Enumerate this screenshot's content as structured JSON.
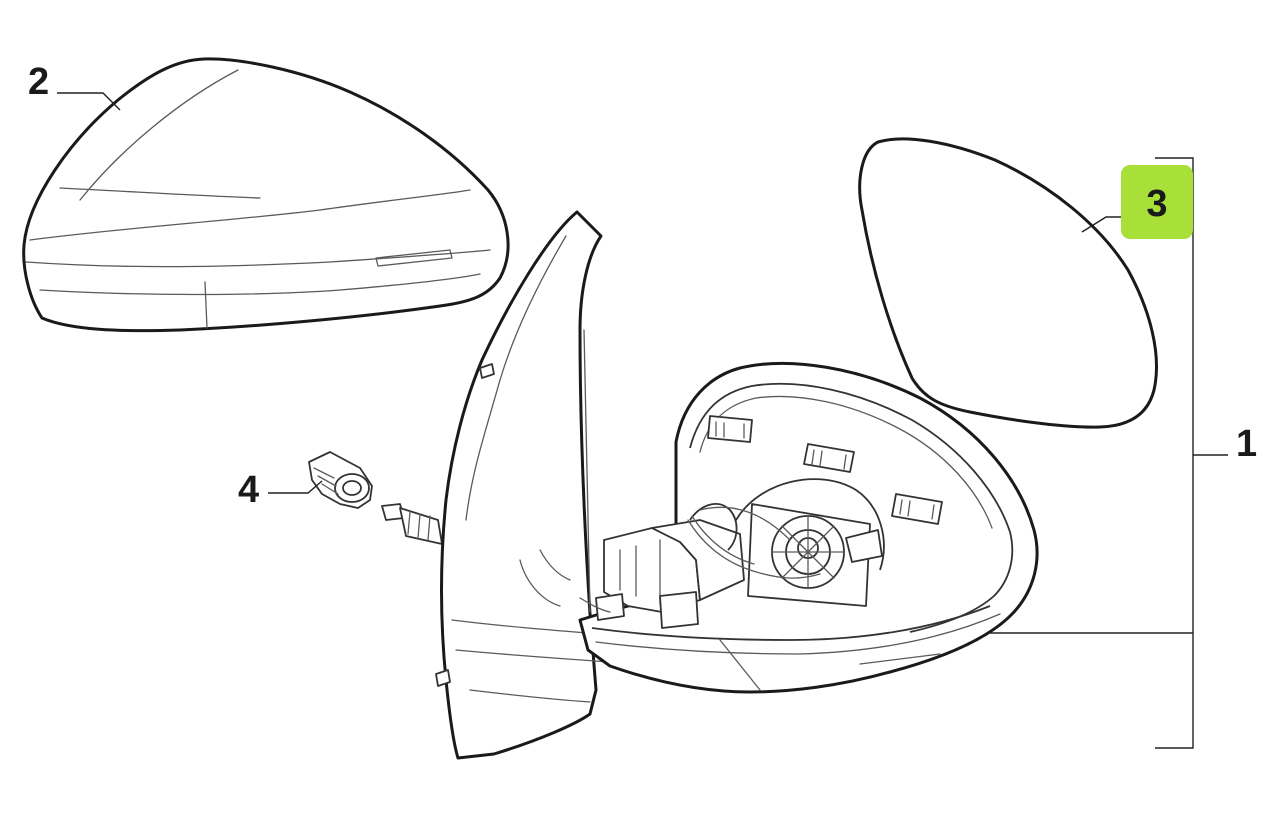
{
  "callouts": [
    {
      "id": "1",
      "label": "1",
      "highlighted": false
    },
    {
      "id": "2",
      "label": "2",
      "highlighted": false
    },
    {
      "id": "3",
      "label": "3",
      "highlighted": true
    },
    {
      "id": "4",
      "label": "4",
      "highlighted": false
    }
  ],
  "colors": {
    "highlight": "#a8e039",
    "line": "#1a1a1a",
    "background": "#ffffff"
  }
}
